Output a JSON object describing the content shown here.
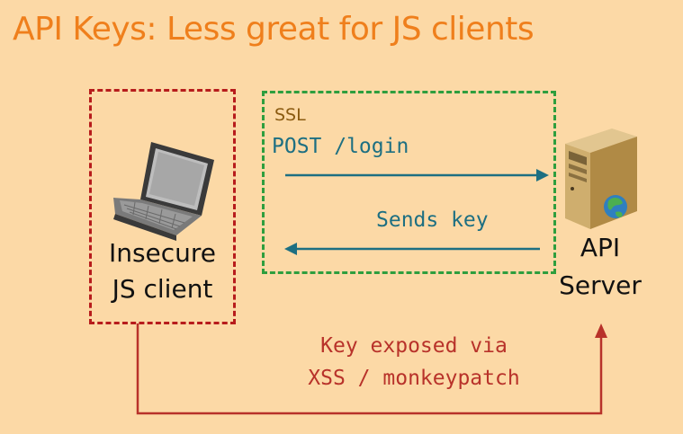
{
  "title": "API Keys: Less great for JS clients",
  "ssl_label": "SSL",
  "request_label": "POST /login",
  "response_label": "Sends key",
  "client": {
    "line1": "Insecure",
    "line2": "JS client"
  },
  "server": {
    "line1": "API",
    "line2": "Server"
  },
  "exposure": {
    "line1": "Key exposed via",
    "line2": "XSS / monkeypatch"
  },
  "icons": {
    "client": "laptop-icon",
    "server": "server-tower-icon"
  },
  "colors": {
    "background": "#fcd9a6",
    "title": "#ef7f1c",
    "client_box": "#b71c1c",
    "ssl_box": "#2e9e3e",
    "ssl_arrows": "#1d6f82",
    "exposure": "#b8322a"
  }
}
